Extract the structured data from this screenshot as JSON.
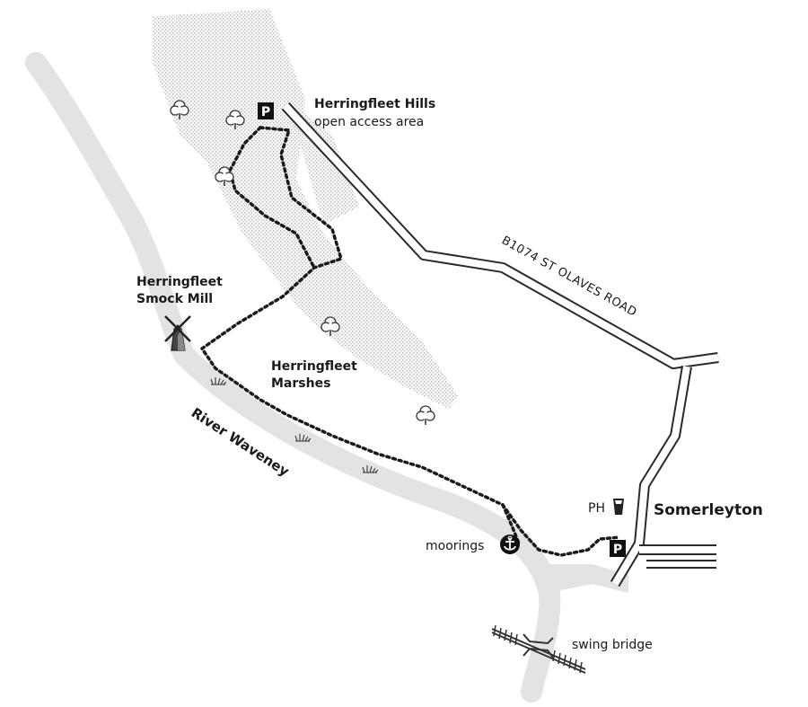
{
  "labels": {
    "hills_title": "Herringfleet Hills",
    "hills_sub": "open access area",
    "road": "B1074   ST OLAVES ROAD",
    "mill_line1": "Herringfleet",
    "mill_line2": "Smock Mill",
    "marshes_line1": "Herringfleet",
    "marshes_line2": "Marshes",
    "river": "River Waveney",
    "village": "Somerleyton",
    "pub": "PH",
    "moorings": "moorings",
    "bridge": "swing bridge",
    "parking_symbol": "P"
  },
  "icons": {
    "parking": "parking-icon",
    "tree": "tree-icon",
    "windmill": "windmill-icon",
    "pub": "pint-glass-icon",
    "moorings": "anchor-icon",
    "marsh": "reeds-icon",
    "railway": "railway-icon"
  },
  "colors": {
    "river": "#e3e3e3",
    "woodland": "#cfcfcf",
    "route": "#1a1a1a",
    "road_outline": "#2a2a2a"
  }
}
